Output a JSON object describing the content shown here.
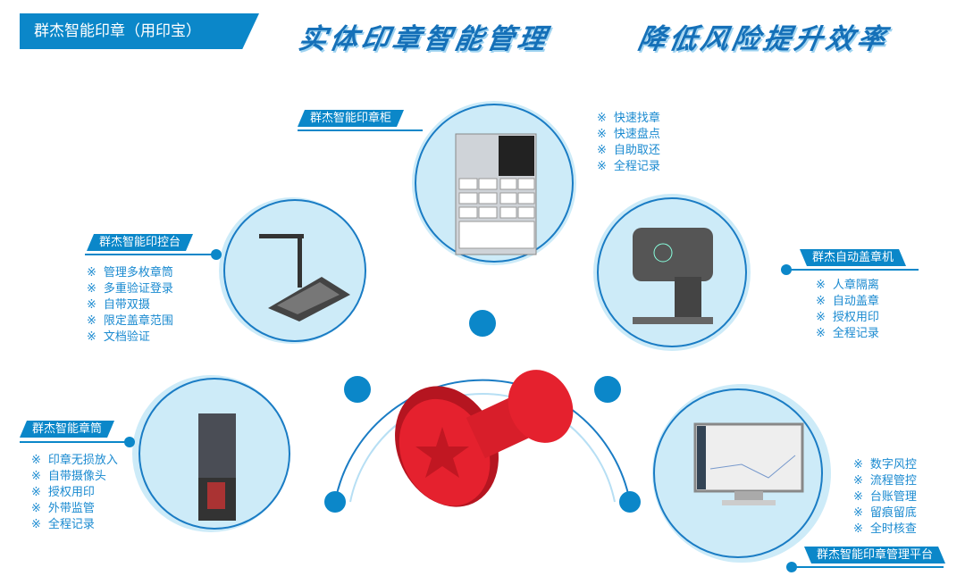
{
  "header": {
    "title": "群杰智能印章（用印宝）",
    "slogan_left": "实体印章智能管理",
    "slogan_right": "降低风险提升效率"
  },
  "bullet_mark": "※",
  "products": {
    "cabinet": {
      "label": "群杰智能印章柜",
      "features": [
        "快速找章",
        "快速盘点",
        "自助取还",
        "全程记录"
      ]
    },
    "console": {
      "label": "群杰智能印控台",
      "features": [
        "管理多枚章筒",
        "多重验证登录",
        "自带双摄",
        "限定盖章范围",
        "文档验证"
      ]
    },
    "stamper": {
      "label": "群杰自动盖章机",
      "features": [
        "人章隔离",
        "自动盖章",
        "授权用印",
        "全程记录"
      ]
    },
    "tube": {
      "label": "群杰智能章筒",
      "features": [
        "印章无损放入",
        "自带摄像头",
        "授权用印",
        "外带监管",
        "全程记录"
      ]
    },
    "platform": {
      "label": "群杰智能印章管理平台",
      "features": [
        "数字风控",
        "流程管控",
        "台账管理",
        "留痕留底",
        "全时核查"
      ]
    }
  },
  "colors": {
    "brand": "#0b87c9",
    "circle_fill": "#cdebf8",
    "stamp_red": "#e5212e"
  }
}
